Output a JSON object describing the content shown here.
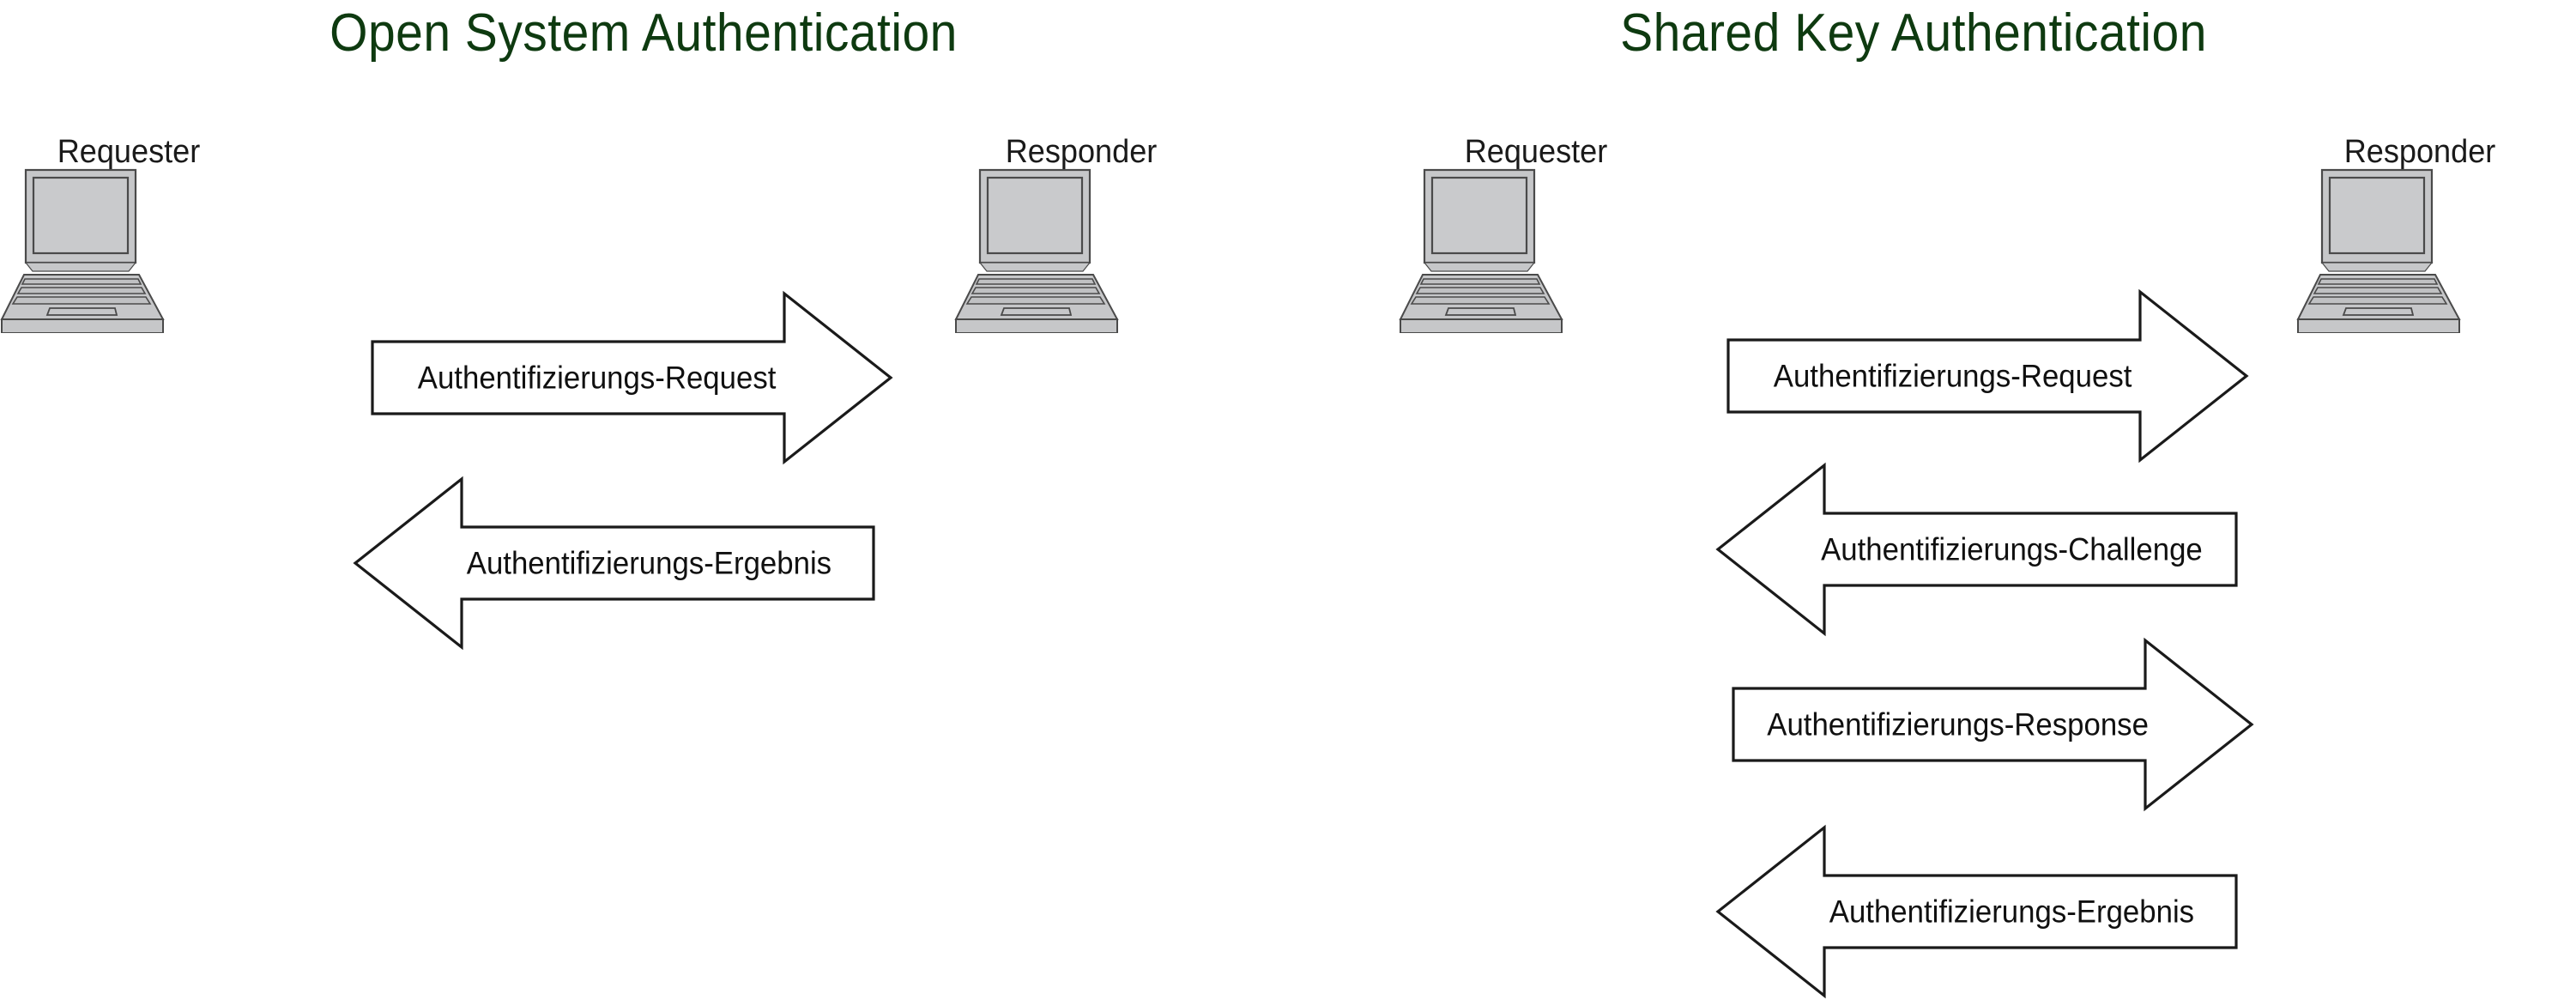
{
  "diagram": {
    "title_color": "#0e3a10",
    "label_color": "#1a1a1a",
    "arrow_fill": "#ffffff",
    "arrow_stroke": "#1a1a1a",
    "laptop_body_color": "#c6c7c9",
    "laptop_screen_color": "#c2c3c5",
    "laptop_outline_color": "#4a4a4a",
    "background": "#ffffff"
  },
  "panels": [
    {
      "id": "open-system",
      "title": "Open System Authentication",
      "nodes": [
        {
          "id": "requester",
          "label": "Requester",
          "icon": "laptop-icon"
        },
        {
          "id": "responder",
          "label": "Responder",
          "icon": "laptop-icon"
        }
      ],
      "messages": [
        {
          "seq": 1,
          "label": "Authentifizierungs-Request",
          "direction": "right"
        },
        {
          "seq": 2,
          "label": "Authentifizierungs-Ergebnis",
          "direction": "left"
        }
      ]
    },
    {
      "id": "shared-key",
      "title": "Shared Key Authentication",
      "nodes": [
        {
          "id": "requester",
          "label": "Requester",
          "icon": "laptop-icon"
        },
        {
          "id": "responder",
          "label": "Responder",
          "icon": "laptop-icon"
        }
      ],
      "messages": [
        {
          "seq": 1,
          "label": "Authentifizierungs-Request",
          "direction": "right"
        },
        {
          "seq": 2,
          "label": "Authentifizierungs-Challenge",
          "direction": "left"
        },
        {
          "seq": 3,
          "label": "Authentifizierungs-Response",
          "direction": "right"
        },
        {
          "seq": 4,
          "label": "Authentifizierungs-Ergebnis",
          "direction": "left"
        }
      ]
    }
  ]
}
